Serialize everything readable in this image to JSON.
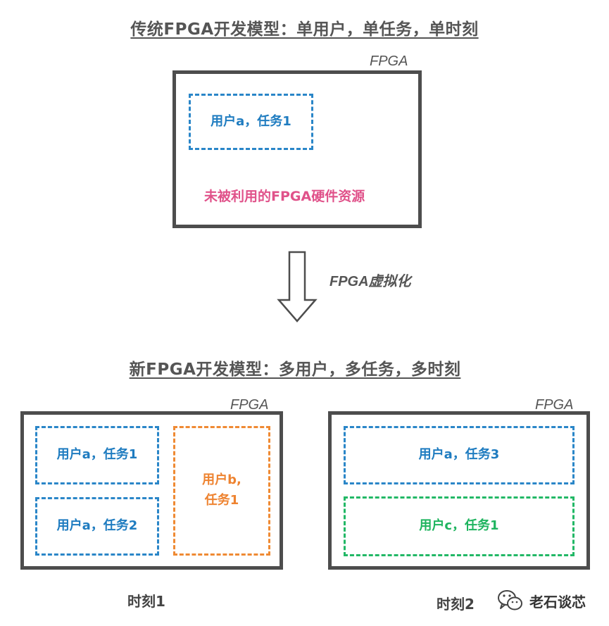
{
  "top": {
    "title": "传统FPGA开发模型：单用户，单任务，单时刻",
    "fpga_label": "FPGA",
    "task": "用户a，任务1",
    "unused": "未被利用的FPGA硬件资源"
  },
  "transition": {
    "label": "FPGA虚拟化"
  },
  "bottom": {
    "title": "新FPGA开发模型：多用户，多任务，多时刻",
    "moment1": {
      "fpga_label": "FPGA",
      "tasks": [
        "用户a，任务1",
        "用户a，任务2"
      ],
      "task_b_line1": "用户b,",
      "task_b_line2": "任务1",
      "label": "时刻1"
    },
    "moment2": {
      "fpga_label": "FPGA",
      "tasks": [
        "用户a，任务3",
        "用户c，任务1"
      ],
      "label": "时刻2"
    }
  },
  "watermark": {
    "icon": "wechat-icon",
    "text": "老石谈芯"
  },
  "colors": {
    "blue": "#2a86c8",
    "orange": "#ef8a33",
    "green": "#22b866",
    "pink": "#e0528a",
    "frame": "#4d4d4d"
  }
}
